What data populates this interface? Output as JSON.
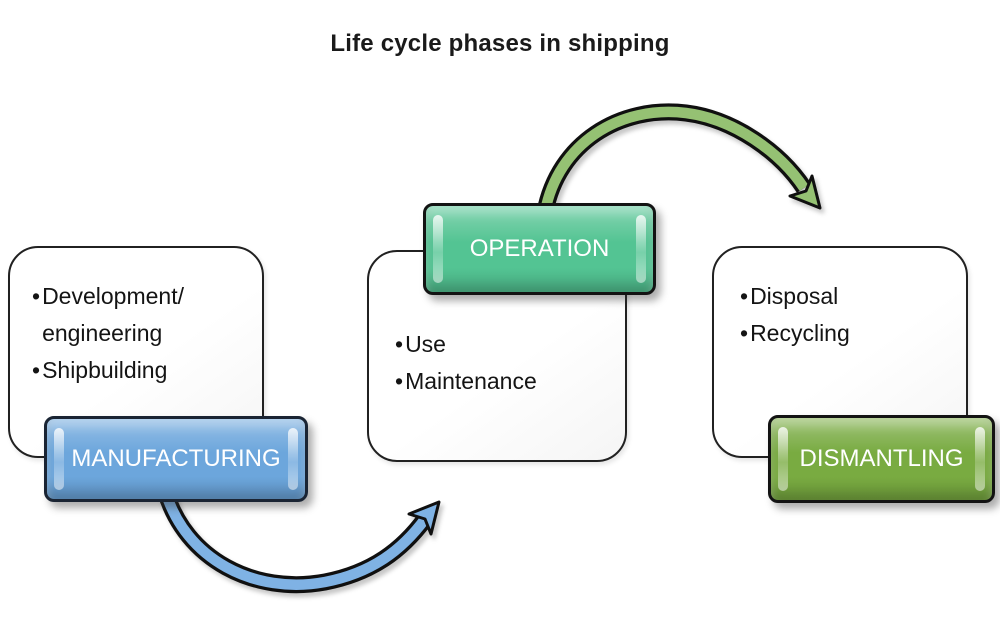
{
  "title": "Life cycle phases in shipping",
  "bullet_glyph": "•",
  "phases": [
    {
      "id": "manufacturing",
      "label": "MANUFACTURING",
      "items": [
        "Development/ engineering",
        "Shipbuilding"
      ],
      "color": "#6ca6dc"
    },
    {
      "id": "operation",
      "label": "OPERATION",
      "items": [
        "Use",
        "Maintenance"
      ],
      "color": "#53c493"
    },
    {
      "id": "dismantling",
      "label": "DISMANTLING",
      "items": [
        "Disposal",
        "Recycling"
      ],
      "color": "#79ab41"
    }
  ],
  "arrows": [
    {
      "name": "manufacturing-to-operation",
      "color": "#7fb2e4"
    },
    {
      "name": "operation-to-dismantling",
      "color": "#95c173"
    }
  ]
}
